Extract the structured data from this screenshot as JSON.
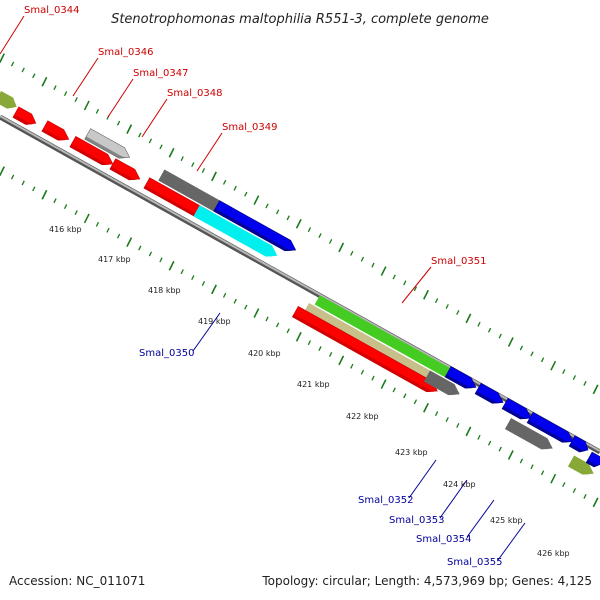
{
  "title": "Stenotrophomonas maltophilia R551-3, complete genome",
  "colors": {
    "red": "#ff0000",
    "darkred": "#c60000",
    "blue": "#0000ee",
    "darkblue": "#00007a",
    "cyan": "#00f0f0",
    "green": "#44cc22",
    "tan": "#c8c08a",
    "darkgray": "#666666",
    "lightgray": "#c8c8c8",
    "olive": "#88a838",
    "tick": "#1a7a1a",
    "label_red": "#cc0000",
    "label_blue": "#000099",
    "backbone": "#8c8c8c"
  },
  "kbp_labels": [
    "416 kbp",
    "417 kbp",
    "418 kbp",
    "419 kbp",
    "420 kbp",
    "421 kbp",
    "422 kbp",
    "423 kbp",
    "424 kbp",
    "425 kbp",
    "426 kbp"
  ],
  "gene_labels": [
    {
      "name": "Smal_0344",
      "color": "red"
    },
    {
      "name": "Smal_0346",
      "color": "red"
    },
    {
      "name": "Smal_0347",
      "color": "red"
    },
    {
      "name": "Smal_0348",
      "color": "red"
    },
    {
      "name": "Smal_0349",
      "color": "red"
    },
    {
      "name": "Smal_0351",
      "color": "red"
    },
    {
      "name": "Smal_0350",
      "color": "blue"
    },
    {
      "name": "Smal_0352",
      "color": "blue"
    },
    {
      "name": "Smal_0353",
      "color": "blue"
    },
    {
      "name": "Smal_0354",
      "color": "blue"
    },
    {
      "name": "Smal_0355",
      "color": "blue"
    }
  ],
  "footer": {
    "accession": "Accession: NC_011071",
    "summary": "Topology: circular; Length: 4,573,969 bp; Genes: 4,125"
  }
}
